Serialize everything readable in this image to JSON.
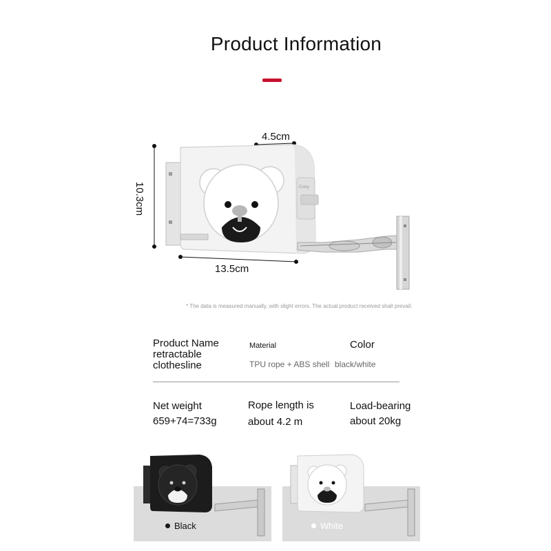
{
  "header": {
    "title": "Product Information",
    "accent_color": "#c8102e"
  },
  "dimensions": {
    "width": "4.5cm",
    "height": "10.3cm",
    "length": "13.5cm"
  },
  "product_brand_mark": "Coisy",
  "disclaimer": "* The data is measured manually, with slight errors. The actual product received shall prevail.",
  "specs": {
    "product_name_label": "Product Name",
    "product_name_value_line1": "retractable",
    "product_name_value_line2": "clothesline",
    "material_label": "Material",
    "material_value": "TPU rope + ABS shell",
    "color_label": "Color",
    "color_value": "black/white",
    "net_weight_label": "Net weight",
    "net_weight_value": "659+74=733g",
    "rope_length_label": "Rope length is",
    "rope_length_value": "about 4.2 m",
    "load_label": "Load-bearing",
    "load_value": "about 20kg"
  },
  "variants": [
    {
      "label": "Black",
      "color": "#1a1a1a"
    },
    {
      "label": "White",
      "color": "#ffffff"
    }
  ]
}
